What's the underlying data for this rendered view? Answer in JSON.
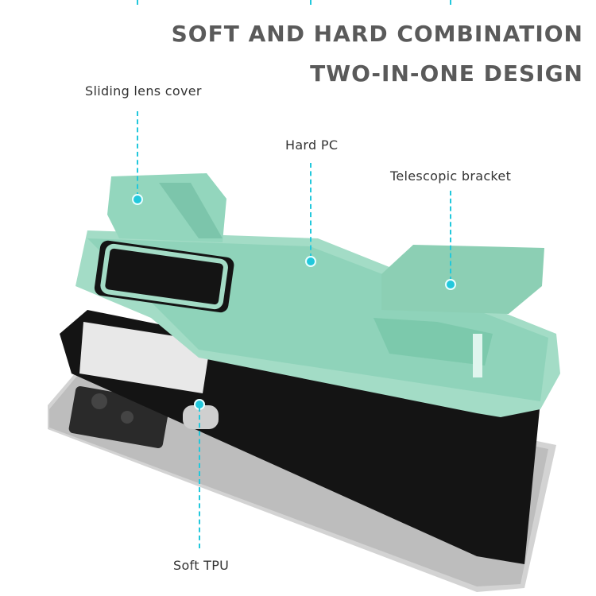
{
  "headline": {
    "line1": "SOFT AND HARD COMBINATION",
    "line2": "TWO-IN-ONE DESIGN"
  },
  "callouts": {
    "lens_cover": "Sliding lens cover",
    "hard_pc": "Hard PC",
    "bracket": "Telescopic bracket",
    "soft_tpu": "Soft TPU"
  },
  "colors": {
    "accent_line": "#22c8dc",
    "case_green": "#9fdcc4",
    "tpu_black": "#141414",
    "phone_silver": "#c9c9c9",
    "heading": "#5a5a5a"
  }
}
